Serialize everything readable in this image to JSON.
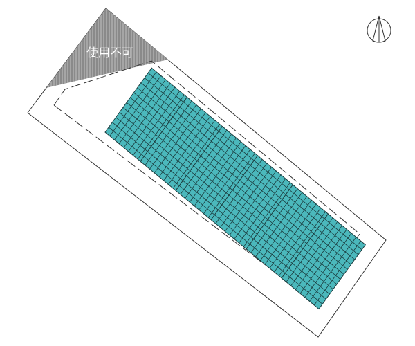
{
  "diagram": {
    "restricted_zone": {
      "label": "使用不可",
      "fill_color": "#8a8a8a",
      "hatch_color": "#b0b0b0"
    },
    "panel_arrays": {
      "count": 6,
      "columns": 8,
      "rows": 13,
      "fill_color": "#4bb8bc",
      "grid_color": "#1a3a3c"
    },
    "site_boundary": {
      "line_color": "#333333"
    },
    "setback_line": {
      "line_color": "#333333",
      "style": "dashed"
    },
    "north_arrow": {
      "icon": "north-arrow-icon"
    }
  }
}
